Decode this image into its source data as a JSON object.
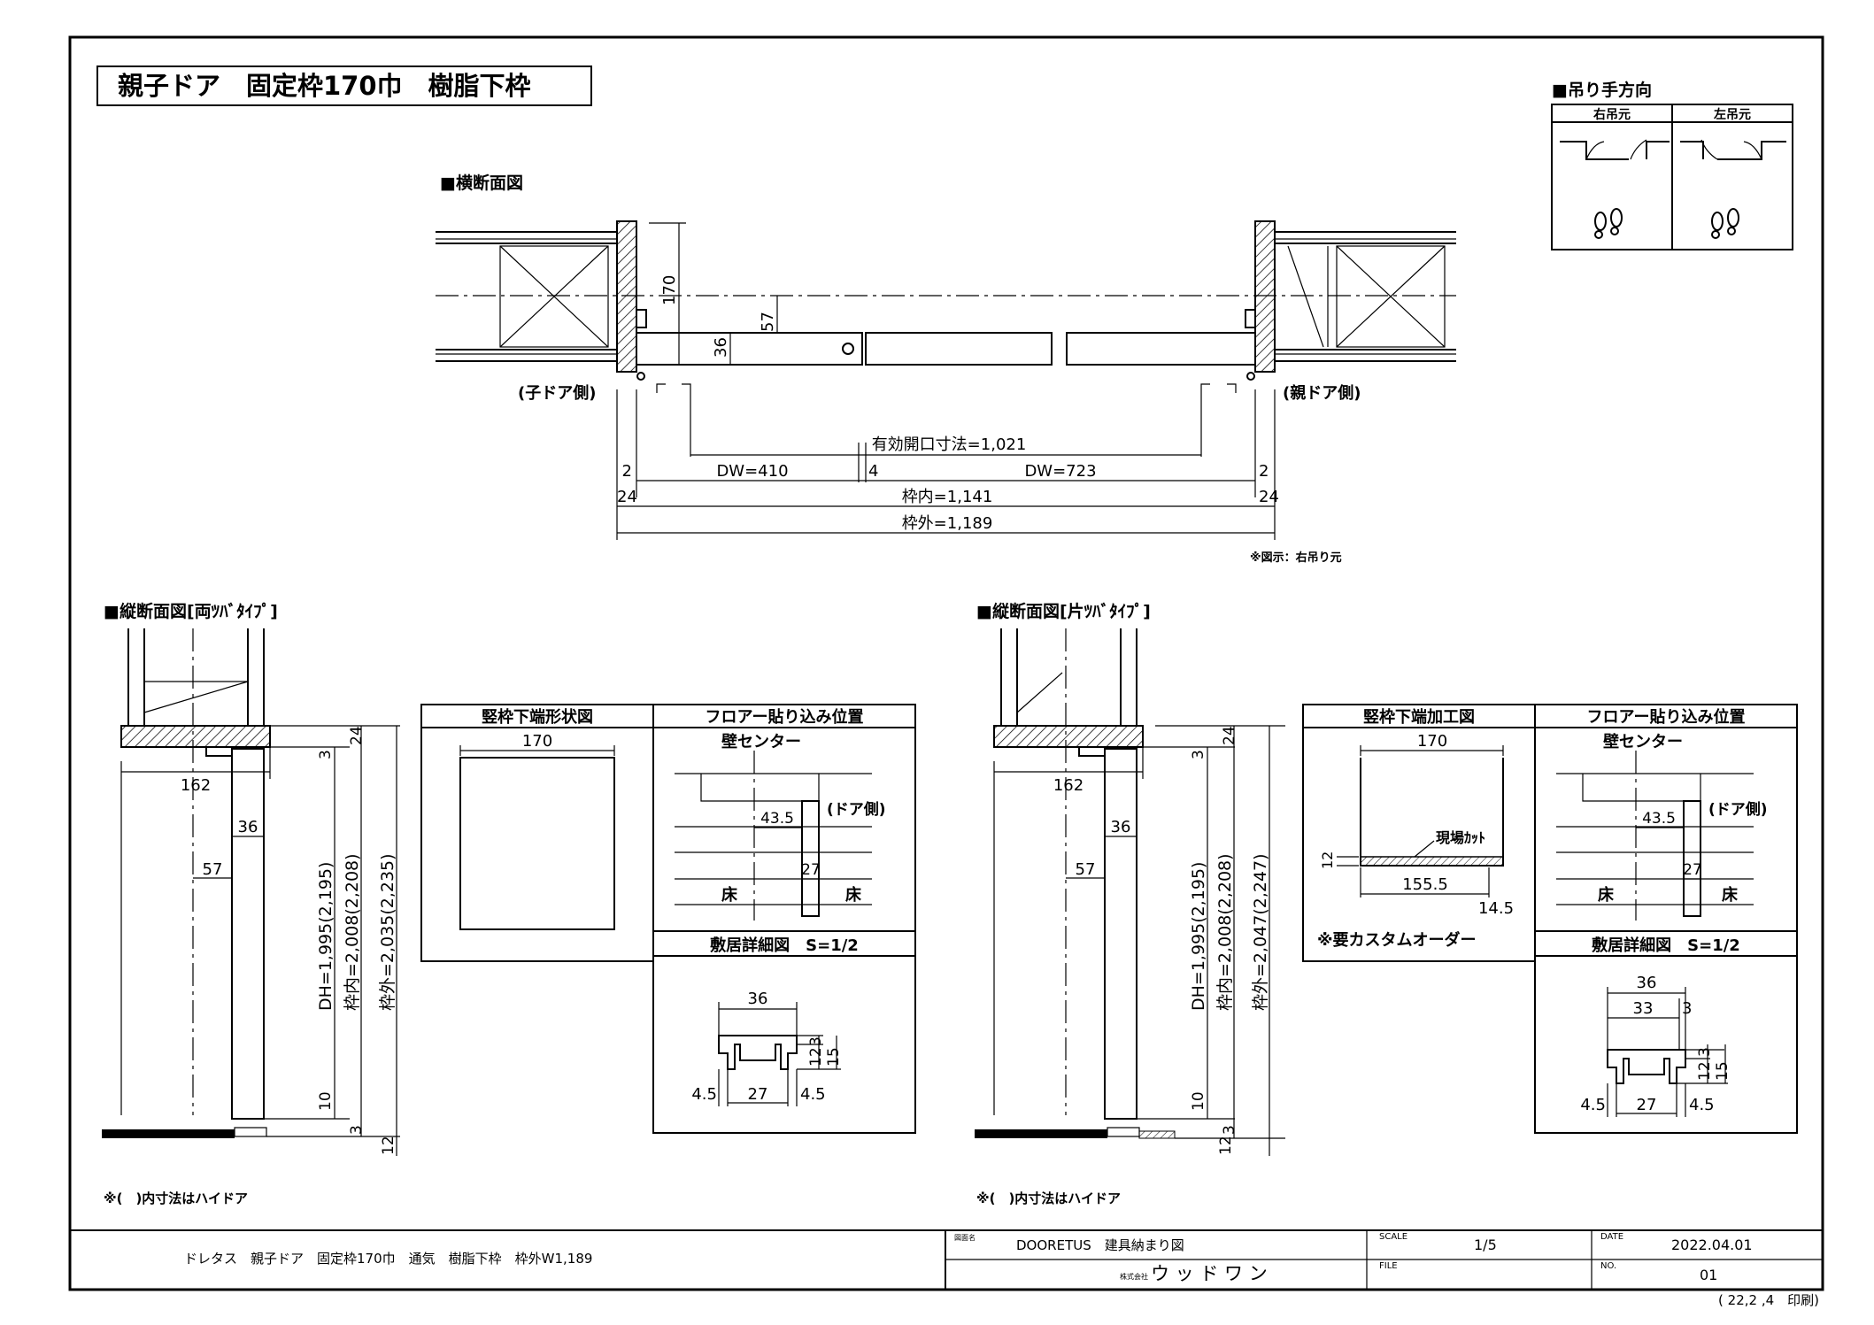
{
  "title": "親子ドア　固定枠170巾　樹脂下枠",
  "hinge_section": {
    "heading": "■吊り手方向",
    "right_label": "右吊元",
    "left_label": "左吊元"
  },
  "cross_section": {
    "heading": "■横断面図",
    "child_side": "(子ドア側)",
    "parent_side": "(親ドア側)",
    "dim_170": "170",
    "dim_57": "57",
    "dim_36": "36",
    "effective_opening": "有効開口寸法=1,021",
    "dw_child": "DW=410",
    "dw_parent": "DW=723",
    "gap_left": "2",
    "gap_mid": "4",
    "gap_right": "2",
    "frame_left": "24",
    "frame_right": "24",
    "frame_inner": "枠内=1,141",
    "frame_outer": "枠外=1,189",
    "note": "※図示：右吊り元"
  },
  "vertical_left": {
    "heading": "■縦断面図[両ﾂﾊﾞﾀｲﾌﾟ]",
    "dim_162": "162",
    "dim_36": "36",
    "dim_57": "57",
    "dim_24": "24",
    "dim_3_top": "3",
    "dim_10": "10",
    "dim_3_bottom": "3",
    "dim_12": "12",
    "dh": "DH=1,995(2,195)",
    "inner": "枠内=2,008(2,208)",
    "outer": "枠外=2,035(2,235)",
    "note": "※(　)内寸法はハイドア"
  },
  "detail_left": {
    "shape_header": "竪枠下端形状図",
    "shape_dim": "170",
    "floor_header": "フロアー貼り込み位置",
    "wall_center": "壁センター",
    "dim_43_5": "43.5",
    "door_side": "(ドア側)",
    "dim_27": "27",
    "floor_left": "床",
    "floor_right": "床",
    "sill_header": "敷居詳細図　S=1/2",
    "sill_36": "36",
    "sill_3": "3",
    "sill_12": "12",
    "sill_15": "15",
    "sill_4_5_l": "4.5",
    "sill_27": "27",
    "sill_4_5_r": "4.5"
  },
  "vertical_right": {
    "heading": "■縦断面図[片ﾂﾊﾞﾀｲﾌﾟ]",
    "dim_162": "162",
    "dim_36": "36",
    "dim_57": "57",
    "dim_24": "24",
    "dim_3_top": "3",
    "dim_10": "10",
    "dim_3_bottom": "3",
    "dim_12": "12",
    "dh": "DH=1,995(2,195)",
    "inner": "枠内=2,008(2,208)",
    "outer": "枠外=2,047(2,247)",
    "note": "※(　)内寸法はハイドア"
  },
  "detail_right": {
    "shape_header": "竪枠下端加工図",
    "shape_dim": "170",
    "site_cut": "現場ｶｯﾄ",
    "dim_12": "12",
    "dim_155_5": "155.5",
    "dim_14_5": "14.5",
    "custom_note": "※要カスタムオーダー",
    "floor_header": "フロアー貼り込み位置",
    "wall_center": "壁センター",
    "dim_43_5": "43.5",
    "door_side": "(ドア側)",
    "dim_27": "27",
    "floor_left": "床",
    "floor_right": "床",
    "sill_header": "敷居詳細図　S=1/2",
    "sill_36": "36",
    "sill_33": "33",
    "sill_3": "3",
    "sill_3b": "3",
    "sill_12": "12",
    "sill_15": "15",
    "sill_4_5_l": "4.5",
    "sill_27": "27",
    "sill_4_5_r": "4.5"
  },
  "title_block": {
    "product": "ドレタス　親子ドア　固定枠170巾　通気　樹脂下枠　枠外W1,189",
    "drawing_label": "図面名",
    "drawing_name": "DOORETUS　建具納まり図",
    "company_prefix": "株式会社",
    "company": "ウ ッ ド ワ ン",
    "scale_label": "SCALE",
    "scale": "1/5",
    "file_label": "FILE",
    "file": "",
    "date_label": "DATE",
    "date": "2022.04.01",
    "no_label": "NO.",
    "no": "01",
    "print_note": "( 22,2 ,4　印刷)"
  }
}
